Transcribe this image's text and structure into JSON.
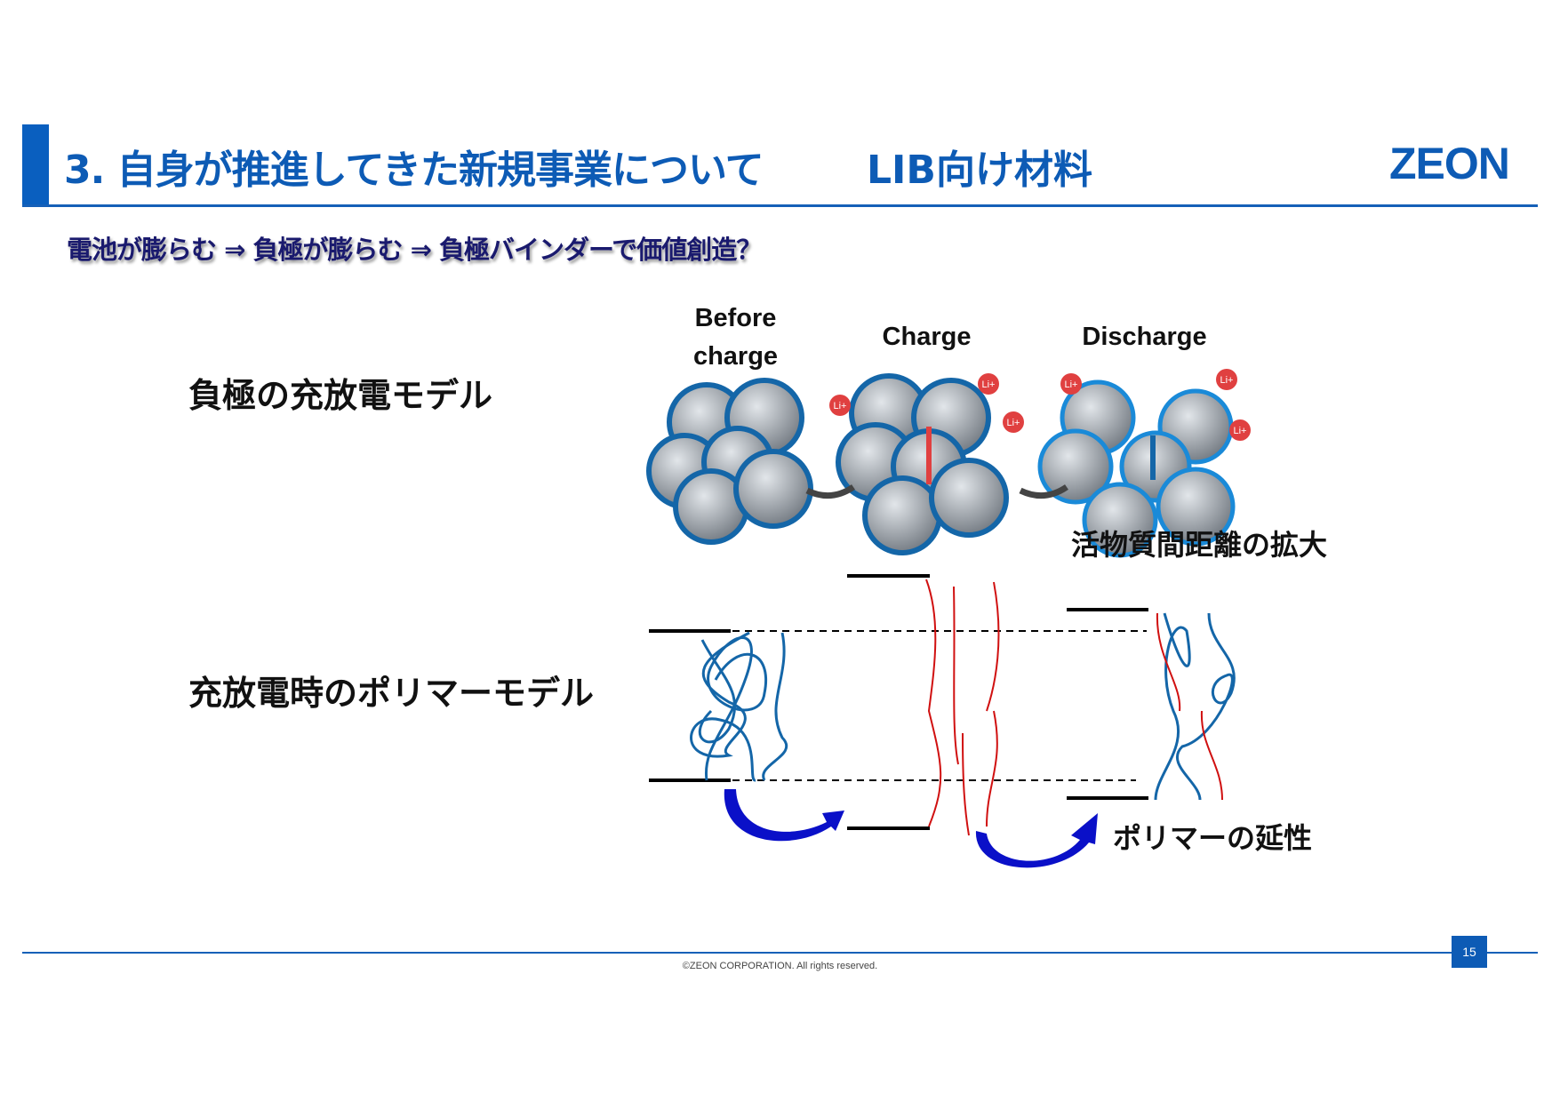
{
  "header": {
    "title": "3. 自身が推進してきた新規事業について",
    "title_topic": "LIB向け材料",
    "logo": "ZEON"
  },
  "subtitle": "電池が膨らむ ⇒ 負極が膨らむ ⇒ 負極バインダーで価値創造？",
  "sections": [
    {
      "label": "負極の充放電モデル"
    },
    {
      "label": "充放電時のポリマーモデル"
    }
  ],
  "diagram": {
    "stages": [
      "Before charge",
      "Charge",
      "Discharge"
    ],
    "before_line1": "Before",
    "before_line2": "charge",
    "ion_label": "Li+",
    "note_particles": "活物質間距離の拡大",
    "note_polymer": "ポリマーの延性"
  },
  "footer": {
    "page": "15",
    "copyright": "©ZEON CORPORATION. All rights reserved."
  },
  "colors": {
    "brand": "#0d5bb5",
    "binder": "#1466a8",
    "ion": "#e04040",
    "polymer_red": "#d01010"
  }
}
